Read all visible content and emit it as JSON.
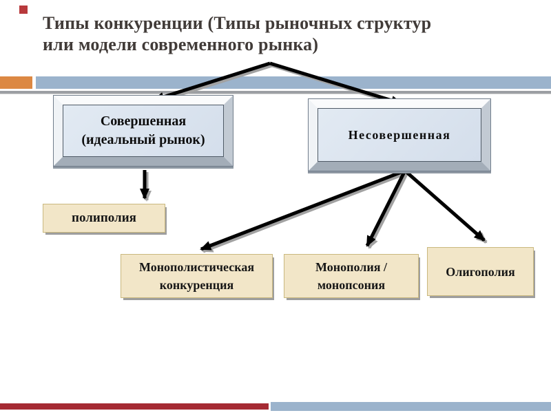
{
  "title": {
    "line1": "Типы конкуренции (Типы рыночных структур",
    "line2": "или модели современного рынка)"
  },
  "nodes": {
    "perfect": {
      "line1": "Совершенная",
      "line2": "(идеальный рынок)"
    },
    "imperfect": {
      "label": "Несовершенная"
    },
    "polypoly": {
      "label": "полиполия"
    },
    "monopolistic": {
      "line1": "Монополистическая",
      "line2": "конкуренция"
    },
    "monopoly": {
      "line1": "Монополия /",
      "line2": "монопсония"
    },
    "oligopoly": {
      "label": "Олигополия"
    }
  },
  "colors": {
    "title_text": "#413B38",
    "accent_orange": "#DC8843",
    "band_blue": "#9BB3CC",
    "band_gray_line": "#9C9FA3",
    "bevel_fill": "#D8E1ED",
    "bevel_border": "#4F5A66",
    "tan_fill": "#F2E6C8",
    "tan_border": "#C9B87E",
    "arrow_black": "#000000",
    "arrow_shadow": "#A2A2A2",
    "footer_red": "#A52A33",
    "decor_red_square": "#B8393C"
  }
}
